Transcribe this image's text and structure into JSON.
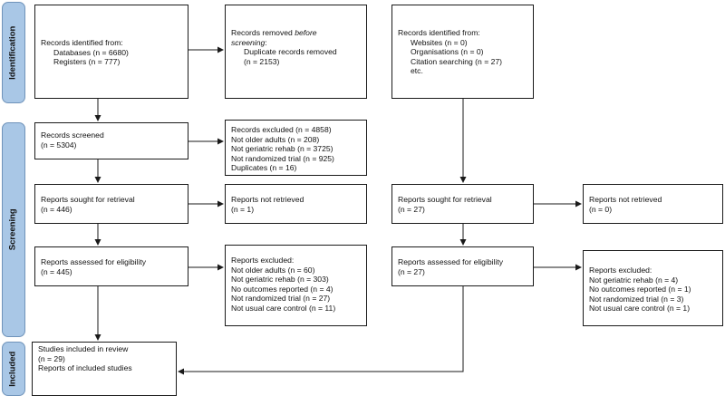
{
  "phases": {
    "identification": "Identification",
    "screening": "Screening",
    "included": "Included"
  },
  "id_db": {
    "title": "Records identified from:",
    "databases": "Databases (n = 6680)",
    "registers": "Registers (n = 777)"
  },
  "id_removed": {
    "line1_pre": "Records removed ",
    "line1_italic": "before",
    "line2_italic": "screening",
    "line2_post": ":",
    "line3": "Duplicate records removed",
    "line4": "(n = 2153)"
  },
  "id_other": {
    "title": "Records identified from:",
    "websites": "Websites (n = 0)",
    "organisations": "Organisations (n = 0)",
    "citation": "Citation searching (n = 27)",
    "etc": "etc."
  },
  "screened": {
    "line1": "Records screened",
    "line2": "(n = 5304)"
  },
  "excluded": {
    "title": "Records excluded (n = 4858)",
    "r1": "Not older adults (n = 208)",
    "r2": "Not geriatric rehab (n = 3725)",
    "r3": "Not randomized trial (n = 925)",
    "r4": "Duplicates (n = 16)"
  },
  "sought_db": {
    "line1": "Reports sought for retrieval",
    "line2": "(n = 446)"
  },
  "not_retrieved_db": {
    "line1": "Reports not retrieved",
    "line2": "(n =  1)"
  },
  "sought_other": {
    "line1": "Reports sought for retrieval",
    "line2": "(n = 27)"
  },
  "not_retrieved_other": {
    "line1": "Reports not retrieved",
    "line2": "(n = 0)"
  },
  "assessed_db": {
    "line1": "Reports assessed for eligibility",
    "line2": "(n = 445)"
  },
  "excluded_db": {
    "title": "Reports excluded:",
    "r1": "Not older adults (n = 60)",
    "r2": "Not geriatric rehab (n = 303)",
    "r3": "No outcomes reported (n = 4)",
    "r4": "Not randomized trial (n = 27)",
    "r5": "Not usual care control (n = 11)"
  },
  "assessed_other": {
    "line1": "Reports assessed for eligibility",
    "line2": "(n = 27)"
  },
  "excluded_other": {
    "title": "Reports excluded:",
    "r1": "Not geriatric rehab (n = 4)",
    "r2": "No outcomes reported (n = 1)",
    "r3": "Not randomized trial (n = 3)",
    "r4": "Not usual care control (n = 1)"
  },
  "included": {
    "line1": "Studies included in review",
    "line2": "(n = 29)",
    "line3": "Reports of included studies"
  }
}
